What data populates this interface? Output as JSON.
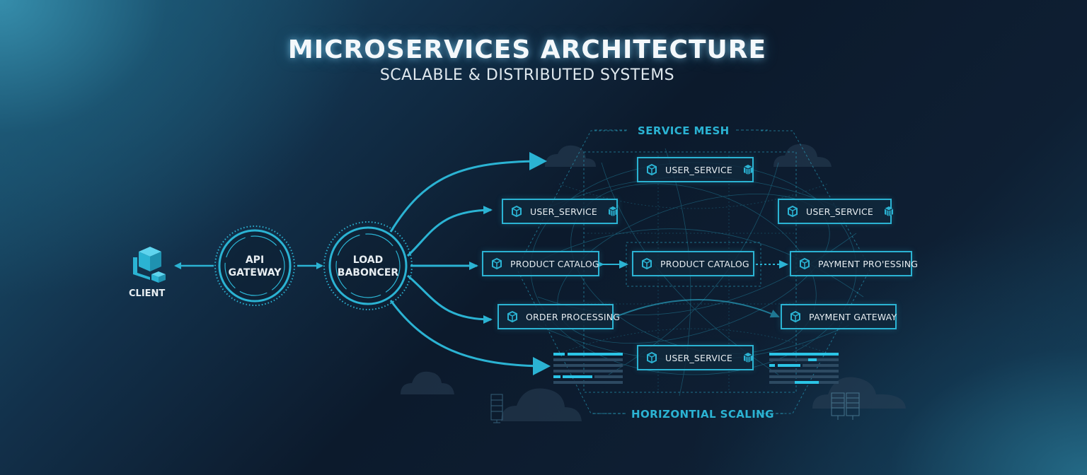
{
  "header": {
    "title": "MICROSERVICES ARCHITECTURE",
    "subtitle": "SCALABLE & DISTRIBUTED SYSTEMS"
  },
  "colors": {
    "accent": "#2bb3d3",
    "box_fill": "#10283c",
    "text": "#e8eef2",
    "background_dark": "#0c1a2c",
    "background_glow": "#1c5a78"
  },
  "nodes": {
    "client": {
      "label": "CLIENT",
      "icon": "client-cubes-icon"
    },
    "api_gateway": {
      "line1": "API",
      "line2": "GATEWAY"
    },
    "load_balancer": {
      "line1": "LOAD",
      "line2": "BABONCER"
    }
  },
  "mesh": {
    "top_label": "SERVICE MESH",
    "bottom_label": "HORIZONTIAL SCALING"
  },
  "services": [
    {
      "id": "user-service-top",
      "label": "USER_SERVICE",
      "icon": "container-box-icon",
      "badge": "cluster-icon"
    },
    {
      "id": "user-service-left",
      "label": "USER_SERVICE",
      "icon": "container-box-icon",
      "badge": "cluster-icon"
    },
    {
      "id": "user-service-right",
      "label": "USER_SERVICE",
      "icon": "container-box-icon",
      "badge": "cluster-icon"
    },
    {
      "id": "product-catalog-left",
      "label": "PRODUCT CATALOG",
      "icon": "container-box-icon"
    },
    {
      "id": "product-catalog-center",
      "label": "PRODUCT CATALOG",
      "icon": "container-box-icon"
    },
    {
      "id": "payment-processing",
      "label": "PAYMENT PRO'ESSING",
      "icon": "container-box-icon"
    },
    {
      "id": "order-processing",
      "label": "ORDER PROCESSING",
      "icon": "container-box-icon"
    },
    {
      "id": "payment-gateway",
      "label": "PAYMENT GATEWAY",
      "icon": "container-box-icon"
    },
    {
      "id": "user-service-bottom",
      "label": "USER_SERVICE",
      "icon": "container-box-icon",
      "badge": "cluster-icon"
    }
  ],
  "decorations": {
    "clouds": [
      "cloud-icon",
      "cloud-icon",
      "cloud-icon",
      "cloud-icon",
      "cloud-icon"
    ],
    "servers": [
      "server-rack-icon",
      "server-rack-icon"
    ],
    "log_panels": [
      "log-panel-left",
      "log-panel-right"
    ]
  }
}
